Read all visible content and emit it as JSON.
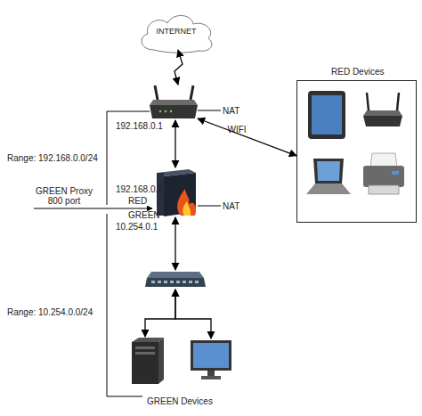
{
  "diagram": {
    "nodes": [
      {
        "text": [
          "INTERNET"
        ]
      },
      {
        "text": [
          "192.168.0.1",
          "NAT"
        ]
      },
      {
        "text": [
          "RED Devices"
        ]
      },
      {
        "text": [
          "192.168.0.2",
          "RED",
          "GREEN",
          "10.254.0.1",
          "NAT"
        ]
      },
      {
        "text": []
      },
      {
        "text": [
          "GREEN Devices"
        ]
      },
      {
        "text": [],
        "in": 5
      },
      {
        "text": [],
        "in": 5
      }
    ],
    "edges": [
      {
        "from": 0,
        "to": 1,
        "arrow": "both"
      },
      {
        "from": 1,
        "to": 2,
        "arrow": "both",
        "label": "WIFI"
      },
      {
        "from": 1,
        "to": 3,
        "arrow": "both"
      },
      {
        "from": 3,
        "to": 4,
        "arrow": "both"
      },
      {
        "from": 4,
        "to": 6,
        "arrow": "both"
      },
      {
        "from": 4,
        "to": 7,
        "arrow": "both"
      }
    ],
    "labels": [
      "Range: 192.168.0.0/24",
      "GREEN Proxy 800 port",
      "Range: 10.254.0.0/24"
    ]
  }
}
